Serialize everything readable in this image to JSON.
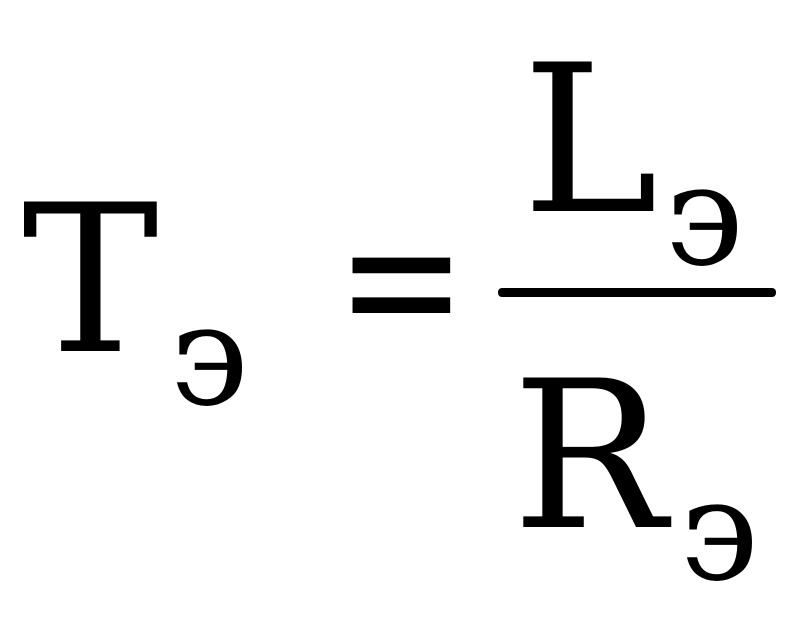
{
  "formula": {
    "lhs": {
      "symbol": "T",
      "subscript": "э"
    },
    "operator": "=",
    "numerator": {
      "symbol": "L",
      "subscript": "э"
    },
    "denominator": {
      "symbol": "R",
      "subscript": "э"
    }
  }
}
